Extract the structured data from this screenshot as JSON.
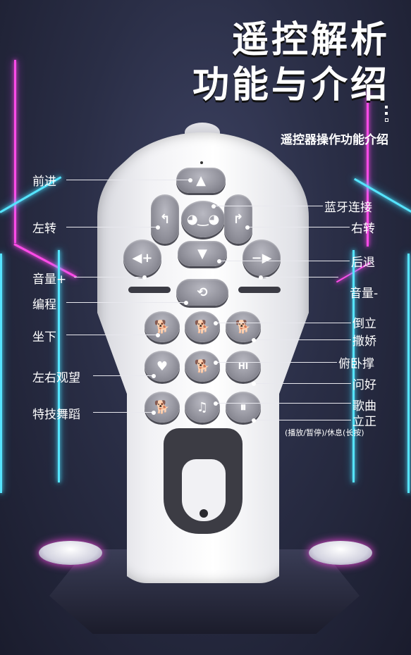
{
  "header": {
    "title_line1": "遥控解析",
    "title_line2": "功能与介绍",
    "subtitle": "遥控器操作功能介绍"
  },
  "labels": {
    "forward": "前进",
    "bluetooth": "蓝牙连接",
    "turn_left": "左转",
    "turn_right": "右转",
    "backward": "后退",
    "volume_up": "音量+",
    "volume_down": "音量-",
    "program": "编程",
    "handstand": "倒立",
    "sit_down": "坐下",
    "act_cute": "撒娇",
    "push_up": "俯卧撑",
    "look_around": "左右观望",
    "greet": "问好",
    "dance": "特技舞蹈",
    "song": "歌曲",
    "stand": "立正",
    "stand_note": "(播放/暂停)/休息(长按)"
  },
  "icons": {
    "forward": "arrow-up-icon",
    "bluetooth": "bluetooth-face-icon",
    "turn_left": "turn-left-icon",
    "turn_right": "turn-right-icon",
    "backward": "arrow-down-icon",
    "volume_up": "volume-up-icon",
    "volume_down": "volume-down-icon",
    "program": "program-loop-icon",
    "handstand": "handstand-dog-icon",
    "sit_down": "sit-dog-icon",
    "act_cute": "cute-dog-icon",
    "push_up": "pushup-dog-icon",
    "look_around": "heart-dog-icon",
    "greet": "hi-icon",
    "dance": "dance-dog-icon",
    "song": "music-note-icon",
    "stand": "pause-icon"
  },
  "colors": {
    "neon_pink": "#ff4be8",
    "neon_cyan": "#55e4ff",
    "button_gray": "#8f8f99"
  }
}
